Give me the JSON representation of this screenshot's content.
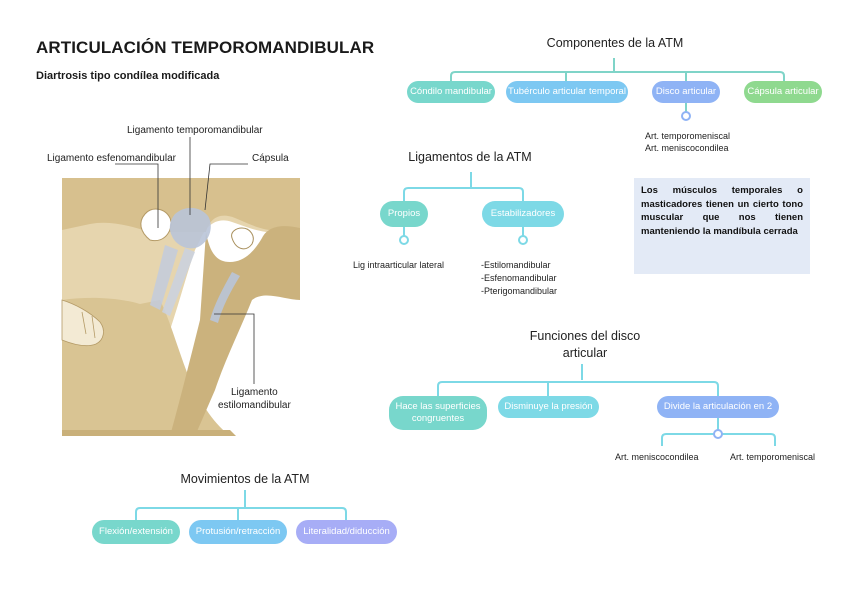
{
  "title": "ARTICULACIÓN TEMPOROMANDIBULAR",
  "subtitle": "Diartrosis tipo condílea modificada",
  "figure": {
    "labels": {
      "lig_temporomandibular": "Ligamento temporomandibular",
      "lig_esfenomandibular": "Ligamento esfenomandibular",
      "capsula": "Cápsula",
      "lig_estilo_1": "Ligamento",
      "lig_estilo_2": "estilomandibular"
    }
  },
  "componentes": {
    "title": "Componentes de la ATM",
    "nodes": [
      "Cóndilo mandibular",
      "Tubérculo articular temporal",
      "Disco articular",
      "Cápsula articular"
    ],
    "disco_sub": [
      "Art. temporomeniscal",
      "Art. meniscocondilea"
    ]
  },
  "ligamentos": {
    "title": "Ligamentos de la ATM",
    "nodes": [
      "Propios",
      "Estabilizadores"
    ],
    "propios_sub": "Lig intraarticular lateral",
    "estabilizadores_sub": [
      "-Estilomandibular",
      "-Esfenomandibular",
      "-Pterigomandibular"
    ]
  },
  "callout": "Los músculos temporales o masticadores tienen un cierto tono muscular que nos tienen manteniendo la mandíbula cerrada",
  "funciones": {
    "title_1": "Funciones del disco",
    "title_2": "articular",
    "nodes": [
      "Hace las superficies congruentes",
      "Disminuye la presión",
      "Divide la articulación en 2"
    ],
    "divide_sub": [
      "Art. meniscocondilea",
      "Art. temporomeniscal"
    ]
  },
  "movimientos": {
    "title": "Movimientos de la ATM",
    "nodes": [
      "Flexión/extensión",
      "Protusión/retracción",
      "Literalidad/diducción"
    ]
  }
}
